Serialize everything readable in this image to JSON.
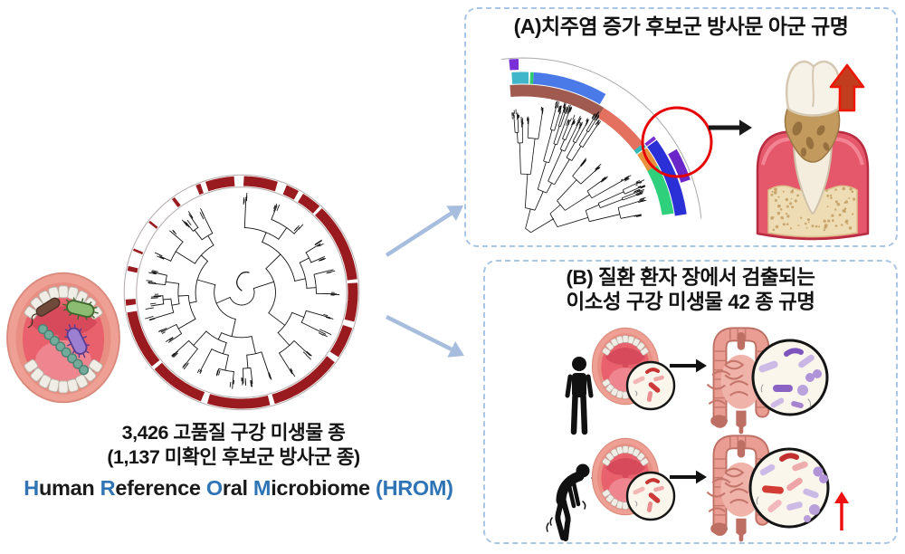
{
  "figure": {
    "left": {
      "caption_line1": "3,426 고품질 구강 미생물 종",
      "caption_line2": "(1,137 미확인 후보군 방사군 종)",
      "hrom_parts": [
        {
          "text": "H"
        },
        {
          "text": "uman "
        },
        {
          "text": "R"
        },
        {
          "text": "eference "
        },
        {
          "text": "O"
        },
        {
          "text": "ral "
        },
        {
          "text": "M"
        },
        {
          "text": "icrobiome "
        },
        {
          "text": "(HROM)"
        }
      ]
    },
    "panel_a": {
      "title": "(A)치주염 증가 후보군 방사문 아군 규명"
    },
    "panel_b": {
      "title_line1": "(B) 질환 환자 장에서 검출되는",
      "title_line2": "이소성 구강 미생물 42 종 규명"
    }
  },
  "colors": {
    "hrom_blue": "#2f74b5",
    "ring_red": "#9a1b1f",
    "panel_border_blue": "#a9c6e6",
    "flow_arrow_blue": "#a7bddd",
    "highlight_circle_red": "#e60000",
    "increase_arrow_red": "#ee1111",
    "tooth_arrow_red_orange": "#c13d1d"
  }
}
